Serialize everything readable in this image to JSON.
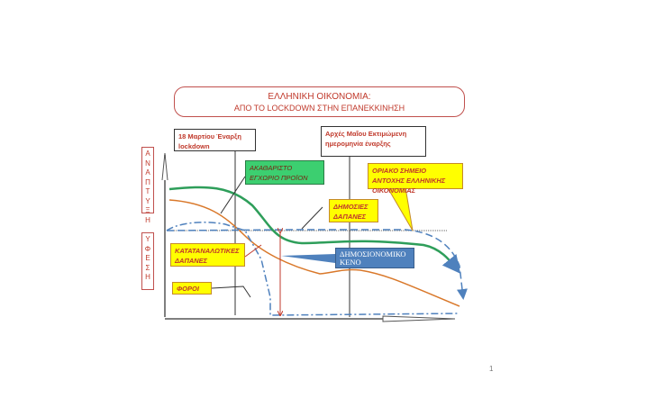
{
  "title": {
    "line1": "ΕΛΛΗΝΙΚΗ ΟΙΚΟΝΟΜΙΑ:",
    "line2": "ΑΠΟ ΤΟ LOCKDOWN ΣΤΗΝ ΕΠΑΝΕΚΚΙΝΗΣΗ"
  },
  "callouts": {
    "lockdown": "18 Μαρτίου Έναρξη lockdown",
    "may": "Αρχές Μαΐου Εκτιμώμενη ημερομηνία έναρξης"
  },
  "axis_labels": {
    "growth": "Α\nΝ\nΑ\nΠ\nΤ\nΥ\nΞ\nΗ",
    "recession": "Υ\nΦ\nΕ\nΣ\nΗ"
  },
  "labels": {
    "gdp": "ΑΚΑΘΑΡΙΣΤΟ ΕΓΧΩΡΙΟ ΠΡΟΪΟΝ",
    "threshold": "ΟΡΙΑΚΟ ΣΗΜΕΙΟ ΑΝΤΟΧΗΣ ΕΛΛΗΝΙΚΗΣ ΟΙΚΟΝΟΜΙΑΣ",
    "public_spending": "ΔΗΜΟΣΙΕΣ ΔΑΠΑΝΕΣ",
    "consumer_spending": "ΚΑΤΑΤΑΝΑΛΩΤΙΚΕΣ ΔΑΠΑΝΕΣ",
    "taxes": "ΦΟΡΟΙ",
    "fiscal_gap": "ΔΗΜΟΣΙΟΝΟΜΙΚΟ ΚΕΝΟ"
  },
  "colors": {
    "gdp": "#2e9e5a",
    "consumer": "#d9782a",
    "public": "#4f81bd",
    "title": "#c0392b"
  },
  "page_number": "1"
}
